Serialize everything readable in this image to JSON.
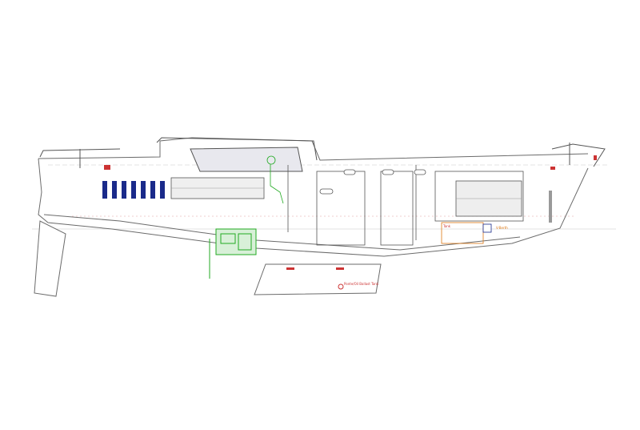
{
  "drawing": {
    "view": "sailboat-profile",
    "line_color": "#555555",
    "hull_color": "#6b6b6b",
    "engine_color": "#22aa22",
    "accent_blue": "#1a2a8a",
    "accent_red": "#cc3333",
    "annotations": {
      "ballast_note": "Ponte/Oil Ballast Tank",
      "box_label_1": "Tank",
      "bow_note": "V-Berth"
    }
  }
}
